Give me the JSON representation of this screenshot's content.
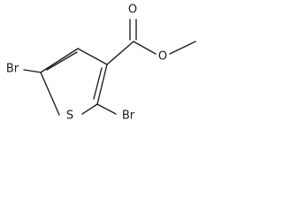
{
  "molecule": {
    "atoms": {
      "carbonyl_oxygen": "O",
      "ester_oxygen": "O",
      "ring_sulfur": "S",
      "bromine_left": "Br",
      "bromine_right": "Br"
    }
  }
}
